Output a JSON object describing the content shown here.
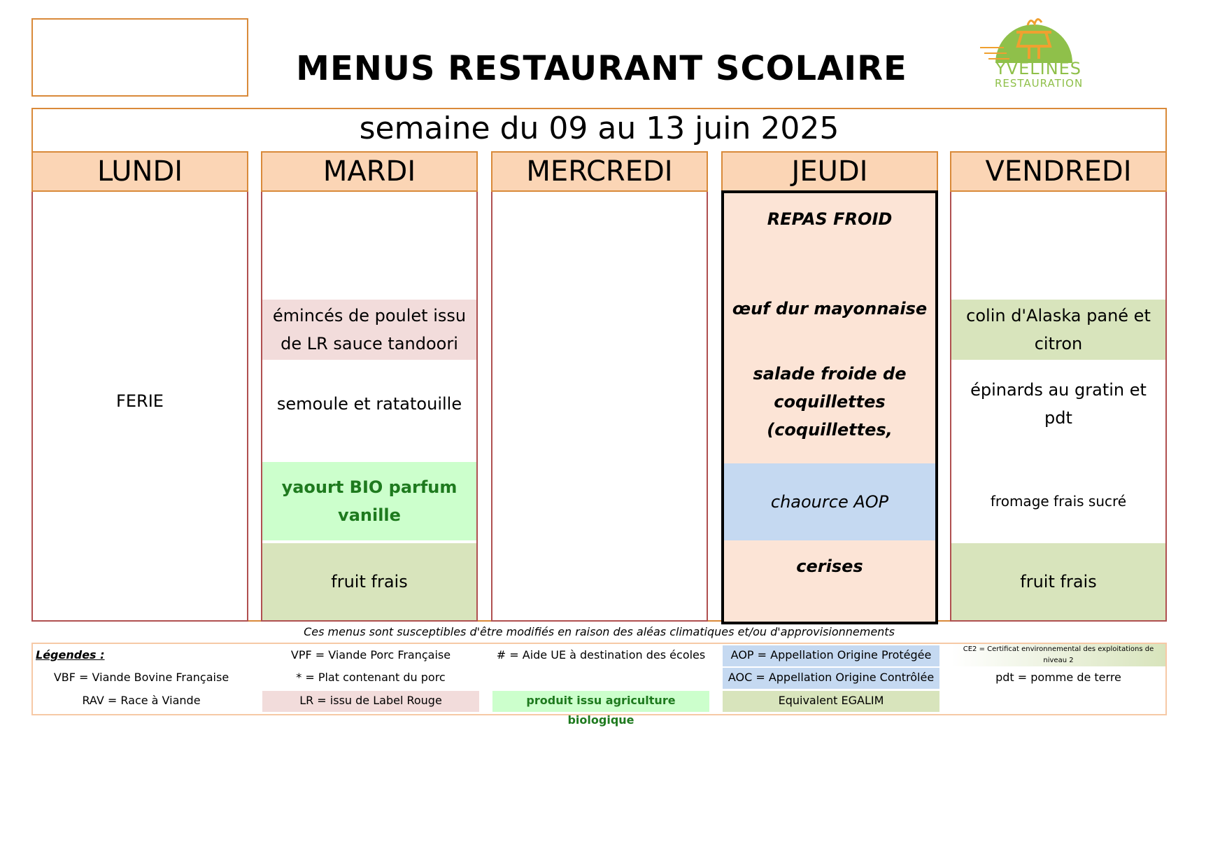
{
  "header": {
    "title": "MENUS RESTAURANT SCOLAIRE",
    "week": "semaine du 09 au 13 juin 2025",
    "logo_line1": "YVELINES",
    "logo_line2": "RESTAURATION"
  },
  "days": {
    "lundi": "LUNDI",
    "mardi": "MARDI",
    "mercredi": "MERCREDI",
    "jeudi": "JEUDI",
    "vendredi": "VENDREDI"
  },
  "menu": {
    "lundi": {
      "holiday": "FERIE"
    },
    "mardi": {
      "main": "émincés de poulet issu de LR sauce tandoori",
      "side": "semoule et ratatouille",
      "dairy": "yaourt BIO parfum vanille",
      "dessert": "fruit frais"
    },
    "jeudi": {
      "label": "REPAS FROID",
      "main": "œuf dur mayonnaise",
      "side": "salade froide de coquillettes (coquillettes,",
      "dairy": "chaource AOP",
      "dessert": "cerises"
    },
    "vendredi": {
      "main": "colin d'Alaska pané et citron",
      "side": "épinards au gratin et pdt",
      "dairy": "fromage frais sucré",
      "dessert": "fruit frais"
    }
  },
  "note": "Ces menus sont susceptibles d'être modifiés en raison des aléas climatiques et/ou d'approvisionnements",
  "legend": {
    "title": "Légendes :",
    "vpf": "VPF = Viande Porc Française",
    "aide_ue": "# = Aide UE à destination des écoles",
    "aop": "AOP = Appellation Origine Protégée",
    "ce2": "CE2 = Certificat environnemental des exploitations de niveau 2",
    "vbf": "VBF = Viande Bovine Française",
    "porc": "* = Plat contenant du porc",
    "aoc": "AOC = Appellation Origine Contrôlée",
    "pdt": "pdt = pomme de terre",
    "rav": "RAV = Race à Viande",
    "lr": "LR = issu de Label Rouge",
    "bio": "produit issu agriculture biologique",
    "egalim": "Equivalent EGALIM"
  },
  "colors": {
    "border_orange": "#d98a3a",
    "day_header": "#fbd5b5",
    "label_rouge": "#f2dcdb",
    "bio": "#ccffcc",
    "bio_text": "#1e7a1e",
    "aop": "#c5d9f1",
    "egalim": "#d8e4bc",
    "jeudi_bg": "#fce4d6",
    "logo_green": "#8fc04a",
    "logo_orange": "#f0a030"
  },
  "icons": {
    "logo": "yvelines-restauration-logo"
  }
}
